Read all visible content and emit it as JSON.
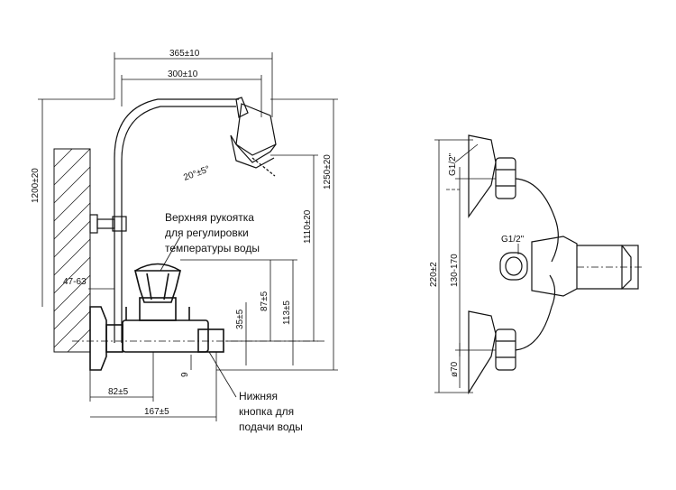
{
  "dimensions": {
    "d365": "365±10",
    "d300": "300±10",
    "d1200": "1200±20",
    "d1250": "1250±20",
    "d1110": "1110±20",
    "d20deg": "20°±5°",
    "d47_63": "47-63",
    "d87": "87±5",
    "d113": "113±5",
    "d35": "35±5",
    "d9": "9",
    "d82": "82±5",
    "d167": "167±5",
    "g12_top": "G1/2\"",
    "g12_mid": "G1/2\"",
    "d220": "220±2",
    "d130_170": "130-170",
    "d70": "ø70"
  },
  "labels": {
    "upper_handle": [
      "Верхняя рукоятка",
      "для регулировки",
      "температуры воды"
    ],
    "lower_button": [
      "Нижняя",
      "кнопка для",
      "подачи воды"
    ]
  }
}
